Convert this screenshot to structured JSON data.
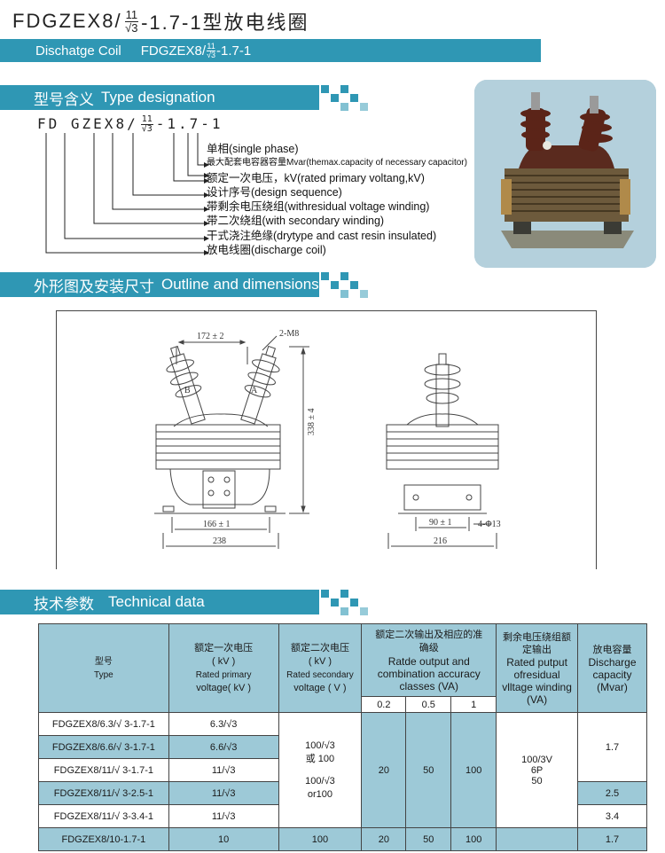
{
  "header": {
    "title_prefix": "FDGZEX8/",
    "title_frac_num": "11",
    "title_frac_den": "√3",
    "title_suffix": "-1.7-1型放电线圈",
    "sub_en": "Dischatge Coil",
    "sub_model_prefix": "FDGZEX8/",
    "sub_frac_num": "11",
    "sub_frac_den": "√3",
    "sub_model_suffix": "-1.7-1"
  },
  "section_designation": {
    "cn": "型号含义",
    "en": "Type designation"
  },
  "designation": {
    "code_a": "FD",
    "code_b": "GZ",
    "code_c": "EX8/",
    "code_frac_num": "11",
    "code_frac_den": "√3",
    "code_d": "-1.7-1",
    "lines": [
      "单相(single phase)",
      "最大配套电容器容量Mvar(themax.capacity of necessary capacitor)",
      "额定一次电压，kV(rated primary voltang,kV)",
      "设计序号(design sequence)",
      "带剩余电压绕组(withresidual voltage winding)",
      "带二次绕组(with secondary winding)",
      "干式浇注绝缘(drytype and cast resin insulated)",
      "放电线圈(discharge  coil)"
    ]
  },
  "section_outline": {
    "cn": "外形图及安装尺寸",
    "en": "Outline and dimensions"
  },
  "drawing": {
    "dim_top": "172 ± 2",
    "dim_bolt": "2-M8",
    "dim_height": "338 ± 4",
    "dim_base1": "166 ± 1",
    "dim_width1": "238",
    "dim_base2": "90 ± 1",
    "dim_hole": "4-Φ13",
    "dim_width2": "216",
    "mark_a": "A",
    "mark_b": "B"
  },
  "section_tech": {
    "cn": "技术参数",
    "en": "Technical data"
  },
  "table": {
    "h_type_cn": "型号",
    "h_type_en": "Type",
    "h_primary_cn": "额定一次电压",
    "h_primary_unit": "( kV )",
    "h_primary_en": "Rated primary",
    "h_primary_en2": "voltage( kV )",
    "h_secondary_cn": "额定二次电压",
    "h_secondary_unit": "( kV )",
    "h_secondary_en": "Rated secondary",
    "h_secondary_en2": "voltage ( V )",
    "h_acc_cn": "额定二次输出及相应的准确级",
    "h_acc_en": "Ratde output and combination accuracy classes   (VA)",
    "h_acc_cols": [
      "0.2",
      "0.5",
      "1"
    ],
    "h_res_cn": "剩余电压绕组额定输出",
    "h_res_en": "Rated putput ofresidual vlltage winding (VA)",
    "h_cap_cn": "放电容量",
    "h_cap_en": "Discharge capacity (Mvar)",
    "rows": [
      {
        "type": "FDGZEX8/6.3/√ 3-1.7-1",
        "primary": "6.3/√3"
      },
      {
        "type": "FDGZEX8/6.6/√ 3-1.7-1",
        "primary": "6.6/√3"
      },
      {
        "type": "FDGZEX8/11/√ 3-1.7-1",
        "primary": "11/√3"
      },
      {
        "type": "FDGZEX8/11/√ 3-2.5-1",
        "primary": "11/√3"
      },
      {
        "type": "FDGZEX8/11/√ 3-3.4-1",
        "primary": "11/√3"
      }
    ],
    "merged_secondary_1": "100/√3",
    "merged_secondary_2": "或 100",
    "merged_secondary_3": "100/√3",
    "merged_secondary_4": "or100",
    "merged_acc": [
      "20",
      "50",
      "100"
    ],
    "merged_res_1": "100/3V",
    "merged_res_2": "6P",
    "merged_res_3": "50",
    "cap_merged": "1.7",
    "cap_row4": "2.5",
    "cap_row5": "3.4",
    "last_row": {
      "type": "FDGZEX8/10-1.7-1",
      "primary": "10",
      "secondary": "100",
      "acc": [
        "20",
        "50",
        "100"
      ],
      "res": "",
      "cap": "1.7"
    }
  },
  "colors": {
    "accent": "#2f97b4",
    "table_fill": "#9dc9d7"
  }
}
